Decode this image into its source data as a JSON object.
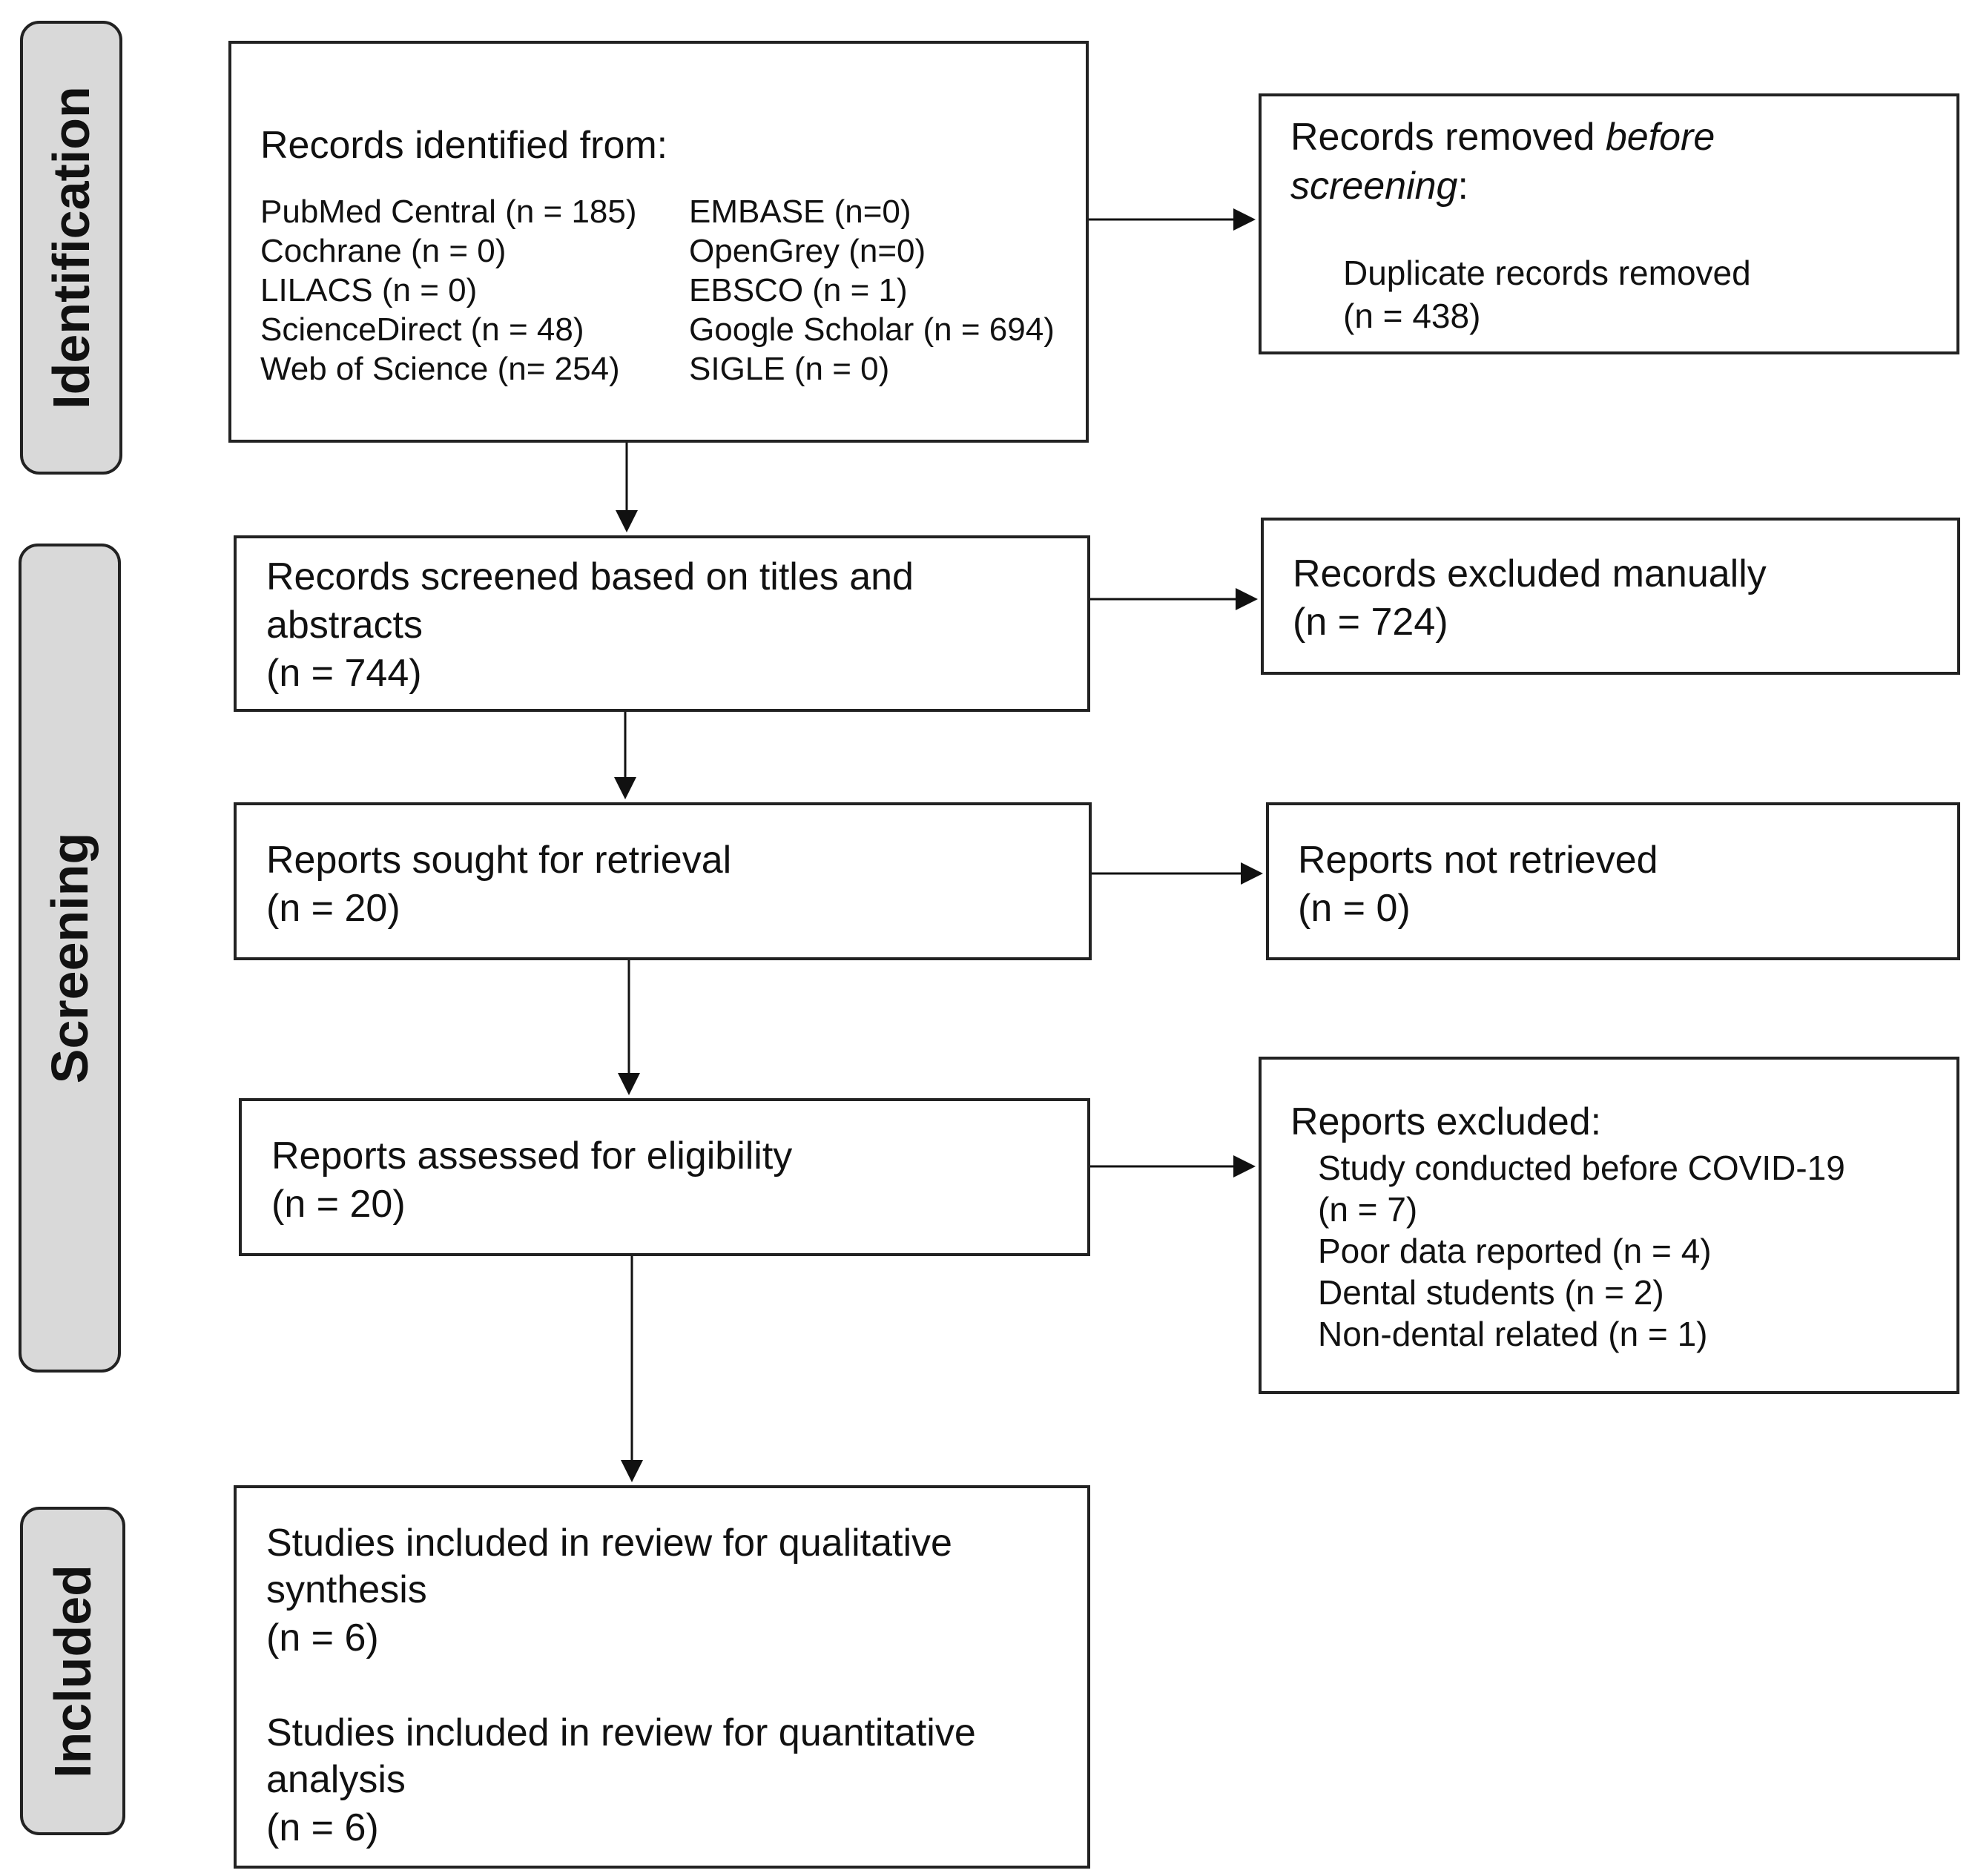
{
  "phases": {
    "identification": "Identification",
    "screening": "Screening",
    "included": "Included"
  },
  "identified": {
    "title": "Records identified from:",
    "sources_left": [
      "PubMed Central (n = 185)",
      "Cochrane (n = 0)",
      "LILACS (n = 0)",
      "ScienceDirect (n = 48)",
      "Web of Science (n= 254)"
    ],
    "sources_right": [
      "EMBASE (n=0)",
      "OpenGrey (n=0)",
      "EBSCO (n = 1)",
      "Google Scholar (n = 694)",
      "SIGLE (n = 0)"
    ]
  },
  "removed": {
    "title_prefix": "Records removed ",
    "title_emphasis_1": "before",
    "title_emphasis_2": "screening",
    "title_suffix": ":",
    "line1": "Duplicate records removed",
    "line2": "(n = 438)"
  },
  "screened": {
    "line1": "Records screened based on titles and",
    "line2": "abstracts",
    "line3": "(n = 744)"
  },
  "excluded_manual": {
    "line1": "Records excluded manually",
    "line2": "(n = 724)"
  },
  "sought": {
    "line1": "Reports sought for retrieval",
    "line2": "(n = 20)"
  },
  "not_retrieved": {
    "line1": "Reports not retrieved",
    "line2": "(n = 0)"
  },
  "assessed": {
    "line1": "Reports assessed for eligibility",
    "line2": "(n = 20)"
  },
  "reports_excluded": {
    "title": "Reports excluded:",
    "reasons": [
      "Study conducted before COVID-19",
      "(n = 7)",
      "Poor data reported (n = 4)",
      "Dental students (n = 2)",
      "Non-dental related (n = 1)"
    ]
  },
  "included_studies": {
    "qual_line1": "Studies included in review for qualitative",
    "qual_line2": "synthesis",
    "qual_line3": "(n = 6)",
    "quant_line1": "Studies included in review for quantitative",
    "quant_line2": "analysis",
    "quant_line3": "(n = 6)"
  }
}
